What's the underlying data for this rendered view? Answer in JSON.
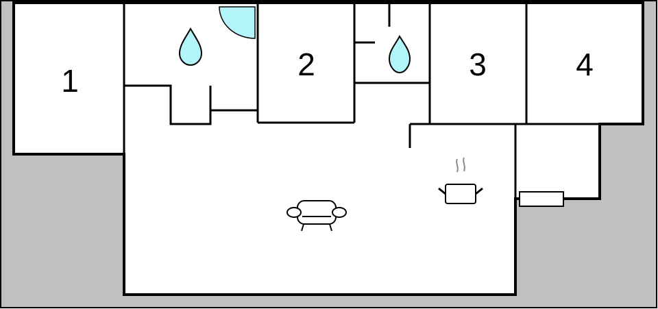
{
  "floorplan": {
    "colors": {
      "terrace": "#c0c0c0",
      "floor": "#ffffff",
      "wall": "#000000",
      "water": "#b3f4fa",
      "steam": "#8a8a8a"
    },
    "rooms": [
      {
        "id": "bedroom-1",
        "label": "1"
      },
      {
        "id": "bedroom-2",
        "label": "2"
      },
      {
        "id": "bedroom-3",
        "label": "3"
      },
      {
        "id": "bedroom-4",
        "label": "4"
      }
    ],
    "icons": [
      {
        "name": "bathroom-water-drop-icon",
        "room": "bathroom-1"
      },
      {
        "name": "bathroom-water-drop-icon",
        "room": "bathroom-2"
      },
      {
        "name": "shower-quarter-circle-icon",
        "room": "bathroom-1"
      },
      {
        "name": "sofa-icon",
        "room": "living-room"
      },
      {
        "name": "cooking-pot-icon",
        "room": "kitchen"
      },
      {
        "name": "radiator-icon",
        "room": "utility"
      }
    ]
  }
}
